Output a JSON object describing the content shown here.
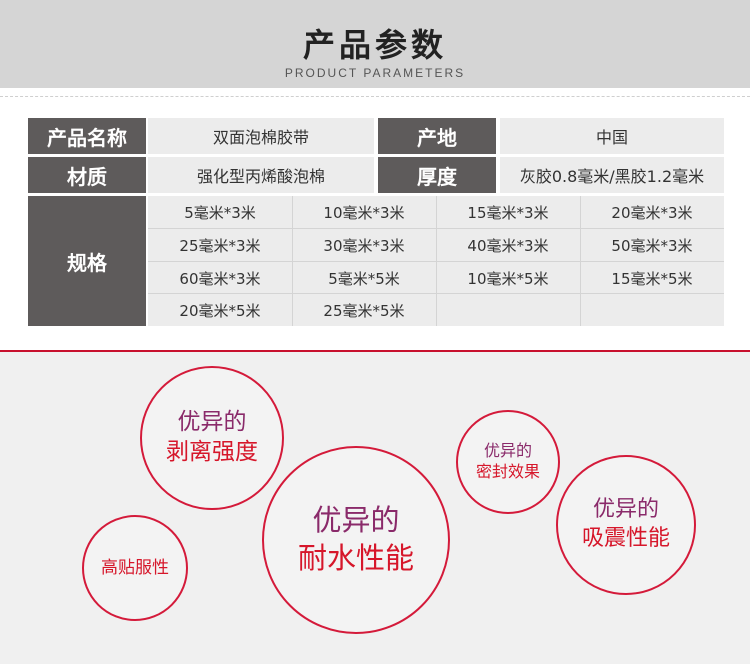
{
  "header": {
    "title": "产品参数",
    "subtitle": "PRODUCT PARAMETERS"
  },
  "table": {
    "name_label": "产品名称",
    "name_value": "双面泡棉胶带",
    "origin_label": "产地",
    "origin_value": "中国",
    "material_label": "材质",
    "material_value": "强化型丙烯酸泡棉",
    "thickness_label": "厚度",
    "thickness_value": "灰胶0.8毫米/黑胶1.2毫米",
    "spec_label": "规格",
    "specs": [
      [
        "5毫米*3米",
        "10毫米*3米",
        "15毫米*3米",
        "20毫米*3米"
      ],
      [
        "25毫米*3米",
        "30毫米*3米",
        "40毫米*3米",
        "50毫米*3米"
      ],
      [
        "60毫米*3米",
        "5毫米*5米",
        "10毫米*5米",
        "15毫米*5米"
      ],
      [
        "20毫米*5米",
        "25毫米*5米",
        "",
        ""
      ]
    ],
    "highlight_color": "#e60012"
  },
  "features": {
    "peel": [
      "优异的",
      "剥离强度"
    ],
    "water": [
      "优异的",
      "耐水性能"
    ],
    "seal": [
      "优异的",
      "密封效果"
    ],
    "shock": [
      "优异的",
      "吸震性能"
    ],
    "conform": "高贴服性"
  },
  "colors": {
    "accent": "#c8102e",
    "purple_text": "#8a2a6a",
    "red_text": "#d6162a",
    "header_bg": "#d5d5d5",
    "label_bg": "#5e5b5b",
    "value_bg": "#ececec"
  }
}
